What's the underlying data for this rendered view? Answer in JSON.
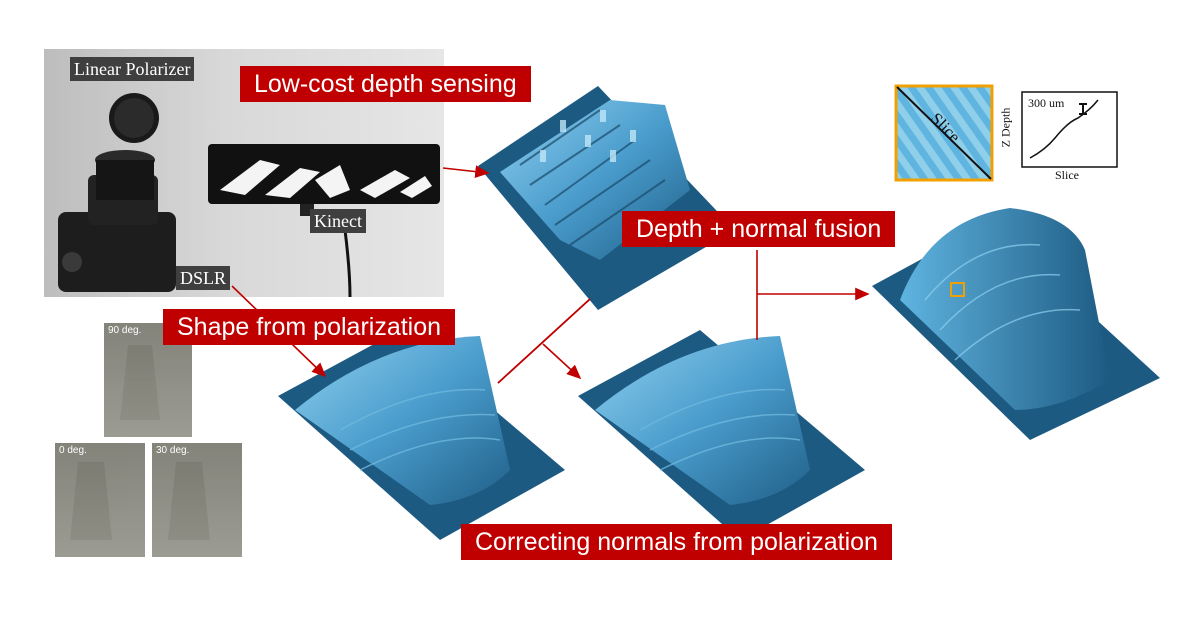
{
  "labels": {
    "low_cost": "Low-cost depth sensing",
    "depth_normal": "Depth + normal fusion",
    "shape_pol": "Shape from polarization",
    "correcting": "Correcting normals from polarization"
  },
  "photo_labels": {
    "polarizer": "Linear Polarizer",
    "kinect": "Kinect",
    "dslr": "DSLR"
  },
  "cup_photos": [
    {
      "deg": "90 deg."
    },
    {
      "deg": "0 deg."
    },
    {
      "deg": "30 deg."
    }
  ],
  "inset": {
    "slice_label": "Slice",
    "plot_scale": "300 um",
    "plot_ylabel": "Z Depth",
    "plot_xlabel": "Slice"
  },
  "colors": {
    "label_red": "#c00000",
    "arrow_red": "#c00000",
    "surface_blue": "#2f6f9a",
    "highlight_orange": "#f0a000"
  }
}
